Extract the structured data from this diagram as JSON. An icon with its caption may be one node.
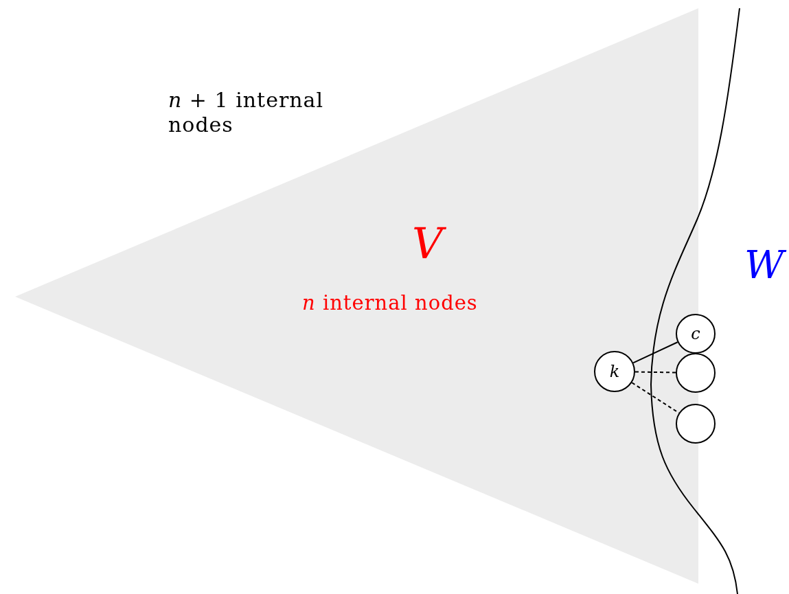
{
  "diagram": {
    "nodes": [
      {
        "text": [
          "V",
          "*n* internal nodes"
        ]
      },
      {
        "text": [
          "k"
        ],
        "in": 0
      },
      {
        "text": [
          "c"
        ]
      },
      {
        "text": [],
        "shape": "circle"
      },
      {
        "text": [],
        "shape": "circle"
      }
    ],
    "edges": [
      {
        "from": 1,
        "to": 2,
        "arrow": "none"
      },
      {
        "from": 1,
        "to": 3,
        "arrow": "none",
        "style": "dashed"
      },
      {
        "from": 1,
        "to": 4,
        "arrow": "none",
        "style": "dashed"
      }
    ],
    "labels": [
      "*n* + 1 internal nodes",
      "W"
    ]
  }
}
